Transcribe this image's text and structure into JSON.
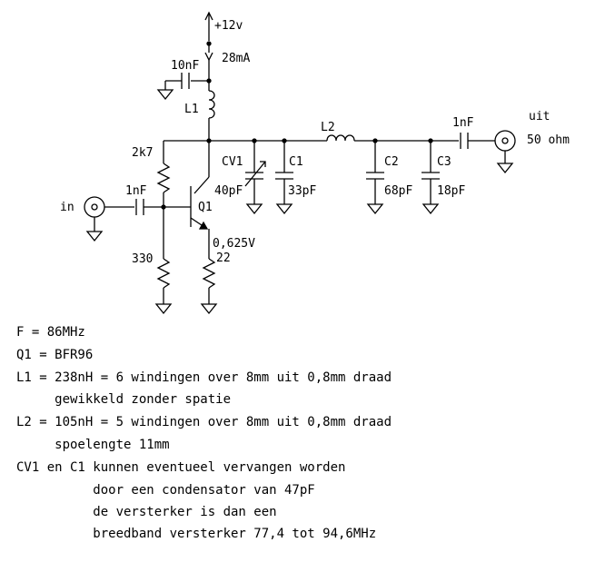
{
  "schematic": {
    "supply_label": "+12v",
    "current_label": "28mA",
    "c_decouple_label": "10nF",
    "l1_label": "L1",
    "r_bias_top_label": "2k7",
    "cv1_label": "CV1",
    "cv1_value": "40pF",
    "c1_label": "C1",
    "c1_value": "33pF",
    "l2_label": "L2",
    "c2_label": "C2",
    "c2_value": "68pF",
    "c3_label": "C3",
    "c3_value": "18pF",
    "c_out_label": "1nF",
    "out_label": "uit",
    "out_impedance": "50 ohm",
    "in_label": "in",
    "c_in_label": "1nF",
    "q1_label": "Q1",
    "emitter_voltage": "0,625V",
    "r_emitter_label": "22",
    "r_bias_bottom_label": "330"
  },
  "notes": [
    "F = 86MHz",
    "Q1 = BFR96",
    "L1 = 238nH = 6 windingen over 8mm uit 0,8mm draad",
    "     gewikkeld zonder spatie",
    "L2 = 105nH = 5 windingen over 8mm uit 0,8mm draad",
    "     spoelengte 11mm",
    "CV1 en C1 kunnen eventueel vervangen worden",
    "          door een condensator van 47pF",
    "          de versterker is dan een",
    "          breedband versterker 77,4 tot 94,6MHz"
  ]
}
